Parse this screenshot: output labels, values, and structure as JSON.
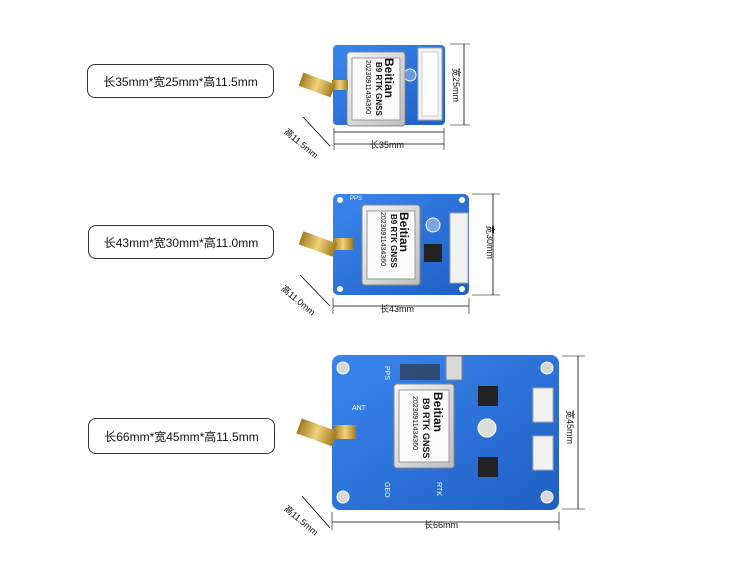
{
  "spec_boxes": [
    {
      "label": "长35mm*宽25mm*高11.5mm"
    },
    {
      "label": "长43mm*宽30mm*高11.0mm"
    },
    {
      "label": "长66mm*宽45mm*高11.5mm"
    }
  ],
  "boards": [
    {
      "length": "长35mm",
      "width": "宽25mm",
      "height": "高11.5mm"
    },
    {
      "length": "长43mm",
      "width": "宽30mm",
      "height": "高11.0mm"
    },
    {
      "length": "长66mm",
      "width": "宽45mm",
      "height": "高11.5mm"
    }
  ],
  "module": {
    "brand": "Beitian",
    "model": "B9 RTK GNSS",
    "serial": "20230911434360"
  },
  "silkscreen": {
    "pps": "PPS",
    "ant": "ANT",
    "rtk": "RTK",
    "geo": "GEO"
  },
  "colors": {
    "pcb": "#2a6fd6",
    "pcb_dark": "#1e54a8",
    "gold": "#c9a23a",
    "module_shell": "#e8e8e8"
  }
}
